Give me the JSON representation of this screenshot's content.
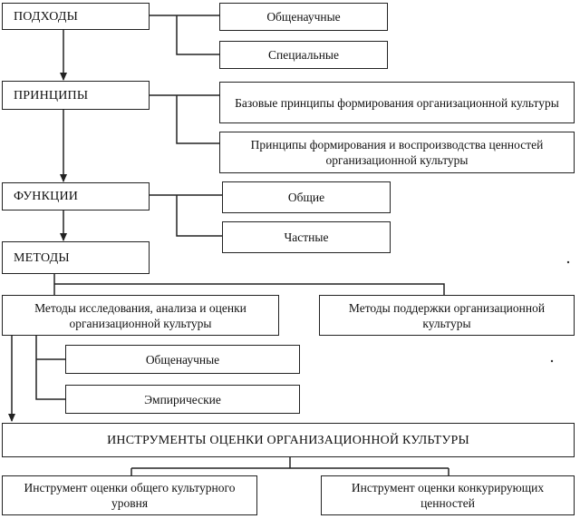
{
  "approaches": {
    "title": "ПОДХОДЫ",
    "items": [
      "Общенаучные",
      "Специальные"
    ]
  },
  "principles": {
    "title": "ПРИНЦИПЫ",
    "items": [
      "Базовые принципы формирования организационной культуры",
      "Принципы формирования и воспроизводства ценностей организационной культуры"
    ]
  },
  "functions": {
    "title": "ФУНКЦИИ",
    "items": [
      "Общие",
      "Частные"
    ]
  },
  "methods": {
    "title": "МЕТОДЫ",
    "research": "Методы исследования, анализа и оценки организационной культуры",
    "support": "Методы поддержки организационной культуры",
    "sub_items": [
      "Общенаучные",
      "Эмпирические"
    ]
  },
  "tools": {
    "title": "ИНСТРУМЕНТЫ ОЦЕНКИ ОРГАНИЗАЦИОННОЙ КУЛЬТУРЫ",
    "items": [
      "Инструмент оценки общего культурного уровня",
      "Инструмент оценки конкурирующих ценностей"
    ]
  }
}
